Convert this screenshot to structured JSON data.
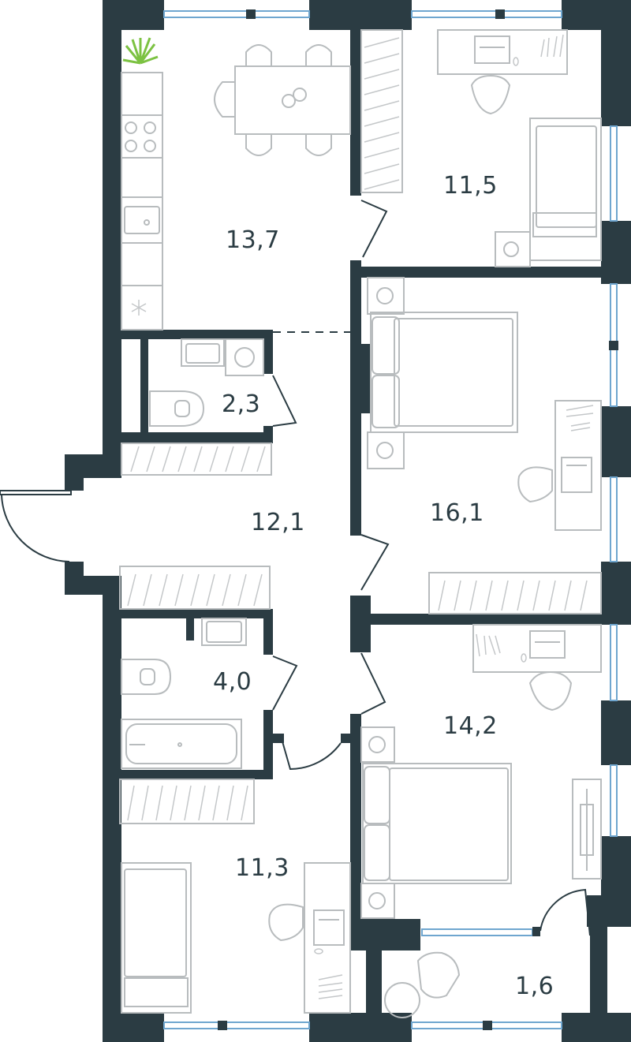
{
  "rooms": {
    "kitchen_living": "13,7",
    "bedroom_top": "11,5",
    "bathroom_small": "2,3",
    "hall": "12,1",
    "bedroom_master": "16,1",
    "bathroom": "4,0",
    "bedroom_right": "14,2",
    "bedroom_left": "11,3",
    "balcony": "1,6"
  },
  "colors": {
    "wall": "#2b3c43",
    "window": "#6fa6cf",
    "furniture": "#b8bcbe",
    "plant": "#7cc242"
  }
}
